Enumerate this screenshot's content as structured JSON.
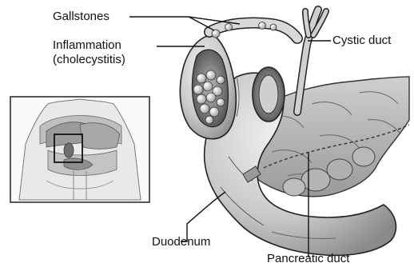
{
  "labels": {
    "gallstones": "Gallstones",
    "inflammation_line1": "Inflammation",
    "inflammation_line2": "(cholecystitis)",
    "cystic_duct": "Cystic duct",
    "duodenum": "Duodenum",
    "pancreatic_duct": "Pancreatic duct"
  },
  "colors": {
    "ink": "#111111",
    "tissue_light": "#e6e6e6",
    "tissue_mid": "#bdbdbd",
    "tissue_dark": "#7a7a7a",
    "stone": "#f4f4f4"
  }
}
